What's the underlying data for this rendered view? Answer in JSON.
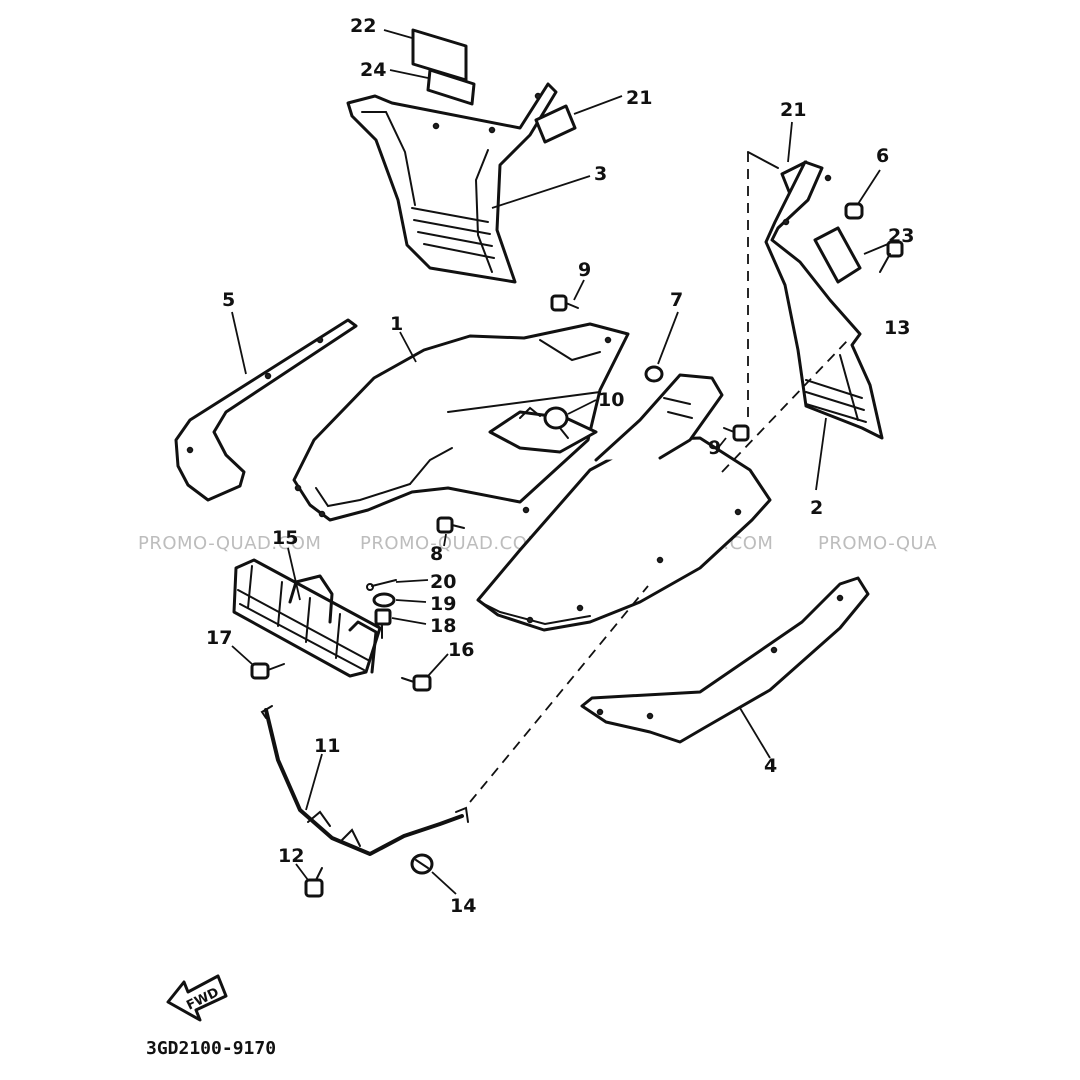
{
  "callouts": {
    "p1": "1",
    "p2": "2",
    "p3": "3",
    "p4": "4",
    "p5": "5",
    "p6": "6",
    "p7": "7",
    "p8": "8",
    "p9a": "9",
    "p9b": "9",
    "p10": "10",
    "p11": "11",
    "p12": "12",
    "p13": "13",
    "p14": "14",
    "p15": "15",
    "p16": "16",
    "p17": "17",
    "p18": "18",
    "p19": "19",
    "p20": "20",
    "p21a": "21",
    "p21b": "21",
    "p22": "22",
    "p23": "23",
    "p24": "24"
  },
  "watermark": {
    "w1": "PROMO-QUAD.COM",
    "w2": "PROMO-QUAD.COM",
    "w3": "PROMO-QUAD.COM",
    "w4": "PROMO-QUA"
  },
  "fwd_label": "FWD",
  "diagram_code": "3GD2100-9170"
}
